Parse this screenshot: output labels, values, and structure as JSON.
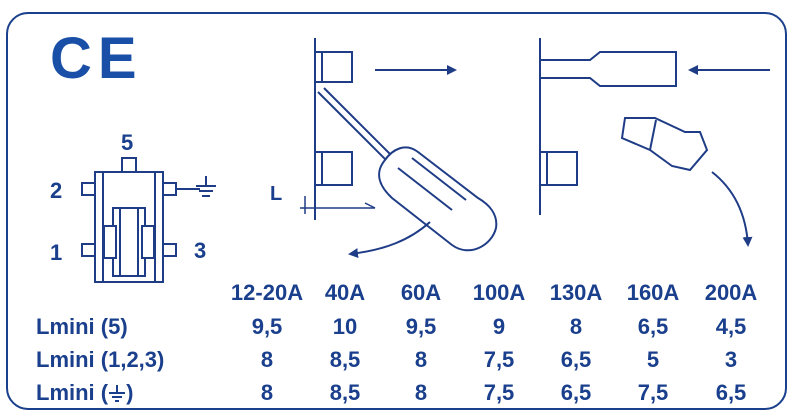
{
  "brand": {
    "mark": "CE",
    "color": "#1a4fa8"
  },
  "terminals": {
    "t5": "5",
    "t2": "2",
    "t1": "1",
    "t3": "3",
    "ground_icon": "ground-icon"
  },
  "length_label": "L",
  "table": {
    "columns": [
      "12-20A",
      "40A",
      "60A",
      "100A",
      "130A",
      "160A",
      "200A"
    ],
    "rows": [
      {
        "label": "Lmini (5)",
        "values": [
          "9,5",
          "10",
          "9,5",
          "9",
          "8",
          "6,5",
          "4,5"
        ]
      },
      {
        "label": "Lmini (1,2,3)",
        "values": [
          "8",
          "8,5",
          "8",
          "7,5",
          "6,5",
          "5",
          "3"
        ]
      },
      {
        "label_prefix": "Lmini (",
        "label_icon": "ground-icon",
        "label_suffix": ")",
        "values": [
          "8",
          "8,5",
          "8",
          "7,5",
          "6,5",
          "7,5",
          "6,5"
        ]
      }
    ]
  },
  "colors": {
    "ink": "#1a3f8c",
    "line": "#1f3c86"
  }
}
